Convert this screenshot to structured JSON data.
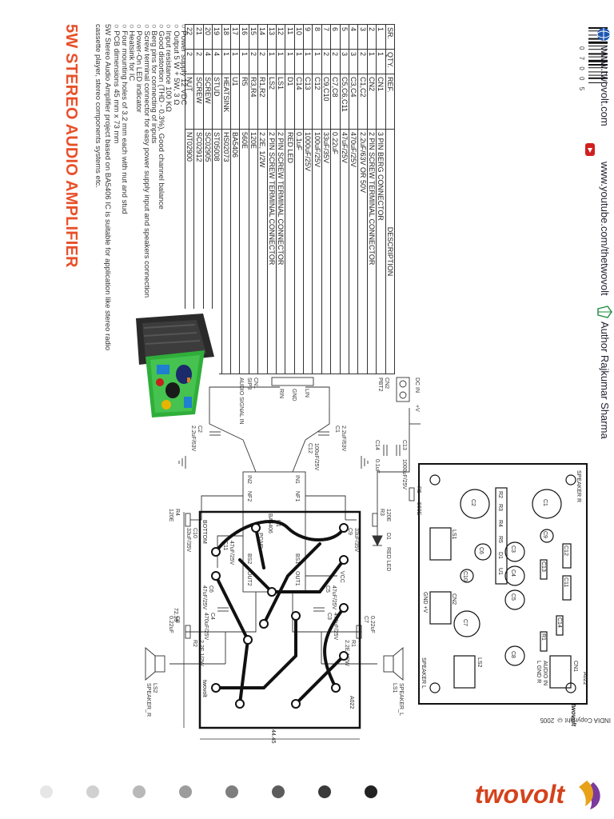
{
  "header": {
    "title": "5W STEREO AUDIO AMPLIFIER",
    "intro": "5W Stereo Audio Amplifier project based on BA5406 IC is suitable for application like stereo radio cassette player, stereo components systems etc."
  },
  "features": [
    "Power supply 12 VDC",
    "Output 5 W + 5W, 3 Ω",
    "Input resistance 100 KΩ",
    "Good distortion (THD - 0.3%), Good channel balance",
    "Berg pins for connecting of inputs",
    "Screw terminal connector for easy power supply input and speakers connection",
    "Power-On LED indicator",
    "Heatsink for IC",
    "Four mounting holes of 3.2 mm each with nut and stud",
    "PCB dimensions 45 mm x 73 mm"
  ],
  "bom": {
    "headers": [
      "SR.",
      "QTY.",
      "REF.",
      "DESCRIPTION"
    ],
    "rows": [
      [
        "1",
        "1",
        "CN1",
        "3 PIN BERG CONNECTOR"
      ],
      [
        "2",
        "1",
        "CN2",
        "2 PIN SCREW TERMINAL CONNECTOR"
      ],
      [
        "3",
        "2",
        "C1,C2",
        "2.2uF/63V OR 50V"
      ],
      [
        "4",
        "3",
        "C3,C4",
        "470uF/25V"
      ],
      [
        "5",
        "3",
        "C5,C6,C11",
        "47uF/25V"
      ],
      [
        "6",
        "2",
        "C7,C8",
        "0.22uF"
      ],
      [
        "7",
        "2",
        "C9,C10",
        "33uF/35V"
      ],
      [
        "8",
        "1",
        "C12",
        "100uF/25V"
      ],
      [
        "9",
        "1",
        "C13",
        "1000uF/25V"
      ],
      [
        "10",
        "1",
        "C14",
        "0.1uF"
      ],
      [
        "11",
        "1",
        "D1",
        "RED LED"
      ],
      [
        "12",
        "1",
        "LS1",
        "2 PIN SCREW TERMINAL CONNECTOR"
      ],
      [
        "13",
        "1",
        "LS2",
        "2 PIN SCREW TERMINAL CONNECTOR"
      ],
      [
        "14",
        "2",
        "R1,R2",
        "2.2E, 1/2W"
      ],
      [
        "15",
        "2",
        "R3,R4",
        "120E"
      ],
      [
        "16",
        "1",
        "R5",
        "560E"
      ],
      [
        "17",
        "1",
        "U1",
        "BA5406"
      ],
      [
        "18",
        "1",
        "HEATSINK",
        "HS02073"
      ],
      [
        "19",
        "4",
        "STUD",
        "ST05008"
      ],
      [
        "20",
        "4",
        "SCREW",
        "SC02905"
      ],
      [
        "21",
        "2",
        "SCREW",
        "SC02912"
      ],
      [
        "22",
        "2",
        "NUT",
        "NT02900"
      ]
    ]
  },
  "footer": {
    "barcode_number": "0 7 0 0 5",
    "website": "www.twovolt.com",
    "youtube": "www.youtube.com/thetwovolt",
    "author": "Author Rajkumar Sharma"
  },
  "schematic": {
    "labels": {
      "cn1": "CN1",
      "cn1_type": "SIP3",
      "audio_input": "AUDIO SIGNAL IN",
      "lin": "LIN",
      "gnd": "GND",
      "rin": "RIN",
      "c1": "C1",
      "c1_val": "2.2uF/63V",
      "c2": "C2",
      "c2_val": "2.2uF/63V",
      "r3": "R3",
      "r3_val": "120E",
      "r4": "R4",
      "r4_val": "120E",
      "c9": "C9",
      "c9_val": "33uF/35V",
      "c10": "C10",
      "c10_val": "33uF/35V",
      "c12": "C12",
      "c12_val": "100uF/25V",
      "u1": "U1",
      "u1_part": "BA5406",
      "in1": "IN1",
      "in2": "IN2",
      "nf1": "NF1",
      "nf2": "NF2",
      "out1": "OUT1",
      "out2": "OUT2",
      "bs1": "BS1",
      "bs2": "BS2",
      "pgnd": "PGND",
      "vcc": "VCC",
      "c5": "C5",
      "c5_val": "47uF/25V",
      "c6": "C6",
      "c6_val": "47uF/25V",
      "c11": "C11",
      "c11_val": "47uF/25V",
      "c3": "C3",
      "c3_val": "470uF/25V",
      "c4": "C4",
      "c4_val": "470uF/25V",
      "r1": "R1",
      "r1_val": "2.2E 1/2W",
      "r2": "R2",
      "r2_val": "2.2E 1/2W",
      "c7": "C7",
      "c7_val": "0.22uF",
      "c8": "C8",
      "c8_val": "0.22uF",
      "ls1": "LS1",
      "ls1_name": "SPEAKER_L",
      "ls2": "LS2",
      "ls2_name": "SPEAKER_R",
      "cn2": "CN2",
      "cn2_type": "PBT2",
      "dc_in": "DC IN",
      "plus_v": "+V",
      "r5": "R5",
      "r5_val": "560E",
      "d1": "D1",
      "d1_val": "RED LED",
      "c13": "C13",
      "c13_val": "1000uF/25V",
      "c14": "C14",
      "c14_val": "0.1uF"
    }
  },
  "pcb": {
    "board_id": "A022",
    "trace_board_id": "A022",
    "bottom_label": "BOTTOM",
    "dim_width": "72.39",
    "dim_height": "44.45",
    "speaker_r": "SPEAKER R",
    "speaker_l": "SPEAKER L",
    "audio_in": "AUDIO IN",
    "audio_in_pins": "L GND R",
    "gnd_v": "GND +V",
    "cn1": "CN1",
    "cn2": "CN2",
    "ls1": "LS1",
    "ls2": "LS2",
    "brand": "twovolt",
    "copyright": "INDIA  Copyright © 2005",
    "components": [
      "C1",
      "C2",
      "C3",
      "C4",
      "C5",
      "C6",
      "C7",
      "C8",
      "C9",
      "C10",
      "C11",
      "C12",
      "C13",
      "C14",
      "R1",
      "R2",
      "R3",
      "R4",
      "R5",
      "D1",
      "U1"
    ]
  },
  "brand": {
    "logo": "twovolt"
  },
  "colors": {
    "accent": "#e8502a",
    "logo": "#d4421c",
    "dots": [
      "#e6e6e6",
      "#d0d0d0",
      "#b8b8b8",
      "#9c9c9c",
      "#7e7e7e",
      "#5c5c5c",
      "#3a3a3a",
      "#222222"
    ]
  }
}
